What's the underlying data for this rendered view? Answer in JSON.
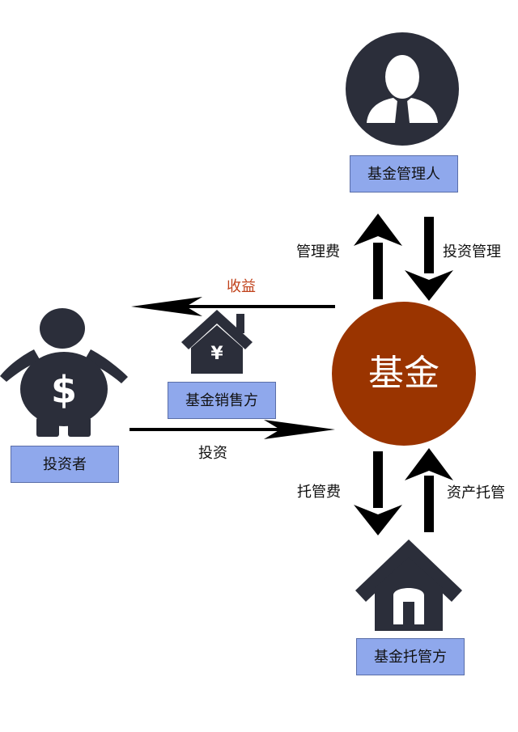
{
  "nodes": {
    "manager": "基金管理人",
    "fund": "基金",
    "seller": "基金销售方",
    "investor": "投资者",
    "custodian": "基金托管方"
  },
  "edges": {
    "management_fee": "管理费",
    "investment_management": "投资管理",
    "returns": "收益",
    "invest": "投资",
    "custody_fee": "托管费",
    "asset_custody": "资产托管"
  },
  "icons": {
    "manager": "businessman-icon",
    "seller": "bank-yuan-icon",
    "investor": "money-bag-icon",
    "custodian": "house-icon"
  },
  "colors": {
    "fund_circle": "#9a3400",
    "label_box": "#8fa8ec",
    "icon_dark": "#2b2e3a",
    "accent_text": "#c0411a"
  }
}
